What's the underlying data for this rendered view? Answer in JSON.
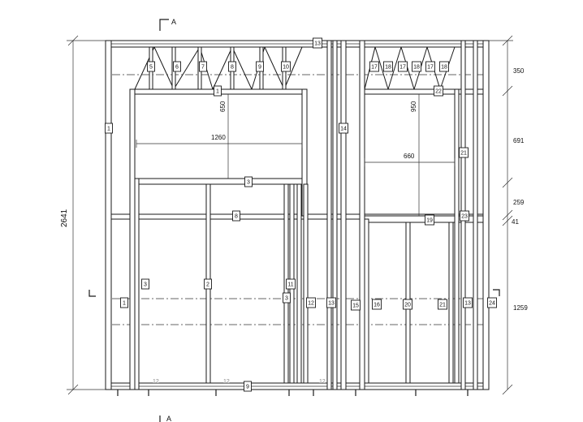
{
  "dimensions": {
    "overall_height": "2641",
    "right": [
      "350",
      "691",
      "259",
      "41",
      "1259"
    ],
    "window_left_width": "1260",
    "window_left_height": "650",
    "window_right_width": "660",
    "window_right_height": "950"
  },
  "section_marks": {
    "top": "A",
    "bottom": "A"
  },
  "tags": {
    "top_plate": "13",
    "left_post": "1",
    "truss_left": [
      "5",
      "6",
      "7",
      "8",
      "9",
      "10"
    ],
    "truss_right": [
      "17",
      "18",
      "17",
      "18",
      "17",
      "18"
    ],
    "header_left": "1",
    "sill_left": "3",
    "beam_mid": "8",
    "header_right": "22",
    "jamb_right": "21",
    "sill_right": "19",
    "beam_right": "23",
    "post_14": "14",
    "bottom_plate": "9",
    "stud_2": "2",
    "stud_3": "3",
    "stud_3b": "3",
    "stud_11": "11",
    "stud_1": "1",
    "stud_12": "12",
    "stud_13": "13",
    "stud_15": "15",
    "stud_16": "16",
    "stud_20": "20",
    "stud_21": "21",
    "stud_13b": "13",
    "stud_24": "24"
  },
  "faint_labels": [
    "12",
    "12",
    "12"
  ]
}
